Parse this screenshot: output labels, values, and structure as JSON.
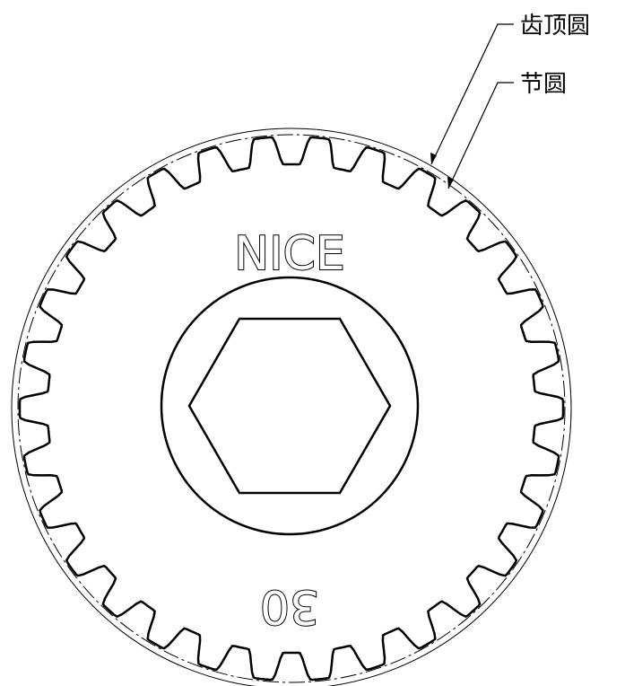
{
  "labels": {
    "tip_circle": "齿顶圆",
    "pitch_circle": "节圆"
  },
  "engraving": {
    "brand": "NICE",
    "tooth_count": "30"
  },
  "gear": {
    "teeth": 30,
    "line_color": "#000000",
    "background": "#ffffff"
  }
}
